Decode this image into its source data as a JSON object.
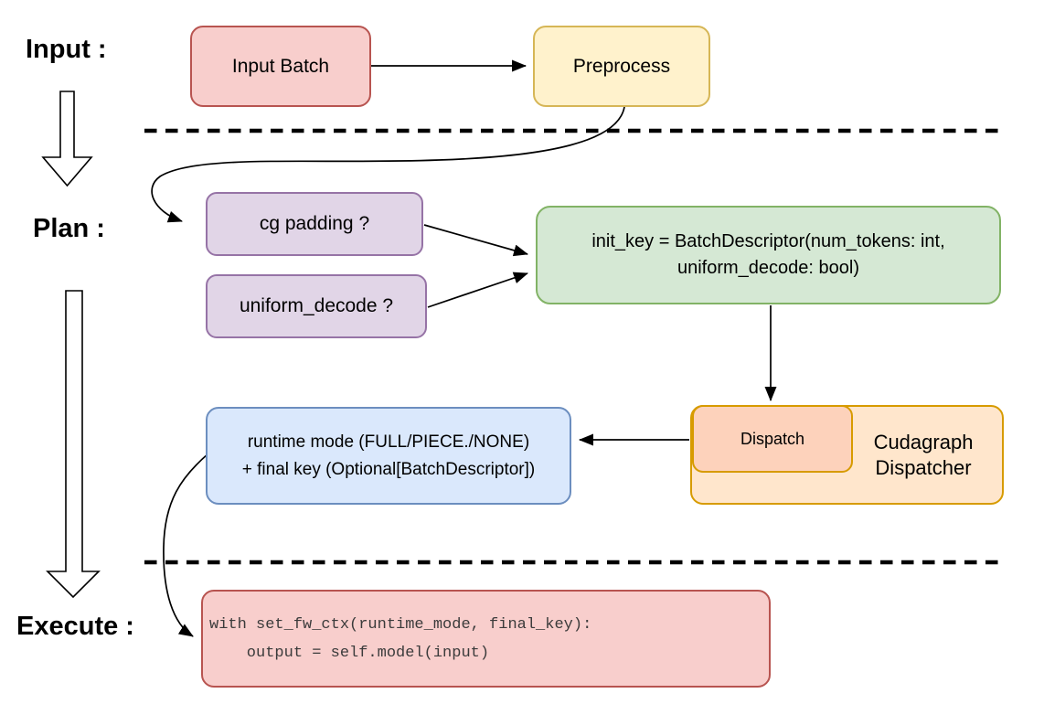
{
  "diagram": {
    "stage_labels": {
      "input": "Input :",
      "plan": "Plan :",
      "execute": "Execute :"
    },
    "nodes": {
      "input_batch": {
        "label": "Input Batch",
        "fill": "#f8cecc",
        "stroke": "#b85450"
      },
      "preprocess": {
        "label": "Preprocess",
        "fill": "#fff2cc",
        "stroke": "#d6b656"
      },
      "cg_padding": {
        "label": "cg padding ?",
        "fill": "#e1d5e7",
        "stroke": "#9673a6"
      },
      "uniform_decode": {
        "label": "uniform_decode ?",
        "fill": "#e1d5e7",
        "stroke": "#9673a6"
      },
      "init_key": {
        "line1": "init_key = BatchDescriptor(num_tokens: int,",
        "line2": "uniform_decode: bool)",
        "fill": "#d5e8d4",
        "stroke": "#82b366"
      },
      "dispatch": {
        "label": "Dispatch",
        "fill": "#fdd2bb",
        "stroke": "#d79b00"
      },
      "cudagraph_dispatcher": {
        "line1": "Cudagraph",
        "line2": "Dispatcher",
        "fill": "#ffe6cc",
        "stroke": "#d79b00"
      },
      "runtime_mode": {
        "line1": "runtime mode (FULL/PIECE./NONE)",
        "line2": "+ final key (Optional[BatchDescriptor])",
        "fill": "#dae8fc",
        "stroke": "#6c8ebf"
      },
      "execute_code": {
        "line1": "with set_fw_ctx(runtime_mode, final_key):",
        "line2": "    output = self.model(input)",
        "fill": "#f8cecc",
        "stroke": "#b85450"
      }
    },
    "connector_color": "#000000"
  }
}
